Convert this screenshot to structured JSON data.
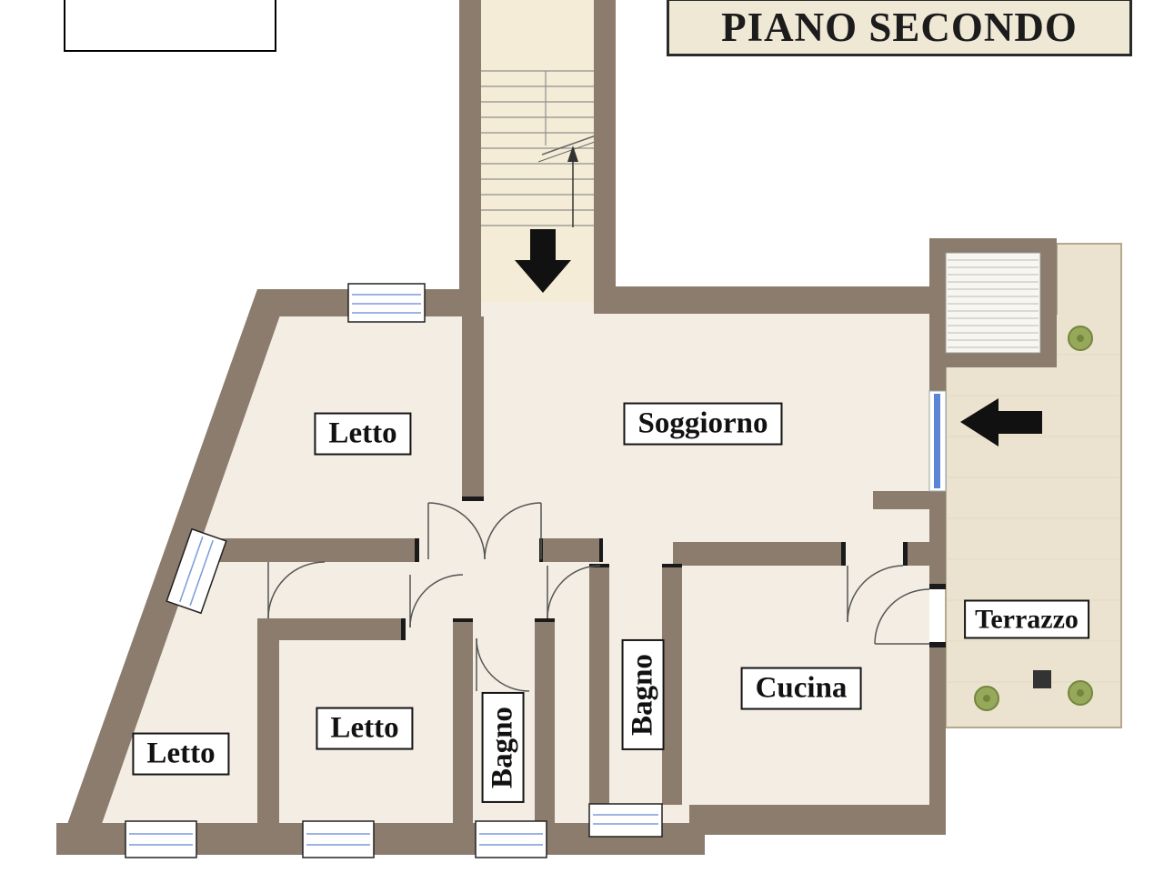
{
  "title": "PIANO SECONDO",
  "rooms": {
    "letto_top_left": {
      "label": "Letto"
    },
    "soggiorno": {
      "label": "Soggiorno"
    },
    "letto_middle": {
      "label": "Letto"
    },
    "letto_bottom_left": {
      "label": "Letto"
    },
    "bagno_left": {
      "label": "Bagno"
    },
    "bagno_right": {
      "label": "Bagno"
    },
    "cucina": {
      "label": "Cucina"
    },
    "terrazzo": {
      "label": "Terrazzo"
    }
  },
  "colors": {
    "wall": "#8b7c6d",
    "floor": "#f3ede3",
    "stair_floor": "#f4ecd6",
    "terrace_floor": "#ebe2cf",
    "title_background": "#efe8d5",
    "window_blue": "#5b84d6",
    "plant_green": "#96a85a",
    "arrow_black": "#111111"
  }
}
